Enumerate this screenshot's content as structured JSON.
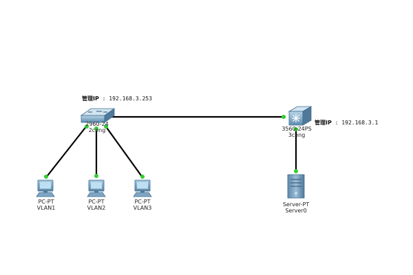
{
  "devices": {
    "switch_access": {
      "model": "2960-24",
      "name": "2ceng",
      "mgmt_key": "管理IP",
      "mgmt_ip": ": 192.168.3.253"
    },
    "switch_core": {
      "model": "3560-24PS",
      "name": "3ceng",
      "mgmt_key": "管理IP",
      "mgmt_ip": ": 192.168.3.1"
    },
    "pcs": [
      {
        "type": "PC-PT",
        "name": "VLAN1"
      },
      {
        "type": "PC-PT",
        "name": "VLAN2"
      },
      {
        "type": "PC-PT",
        "name": "VLAN3"
      }
    ],
    "server": {
      "type": "Server-PT",
      "name": "Server0"
    }
  },
  "colors": {
    "link": "#000000",
    "port": "#33cc33",
    "device_body": "#7fa6c4",
    "device_dark": "#3f6d90",
    "screen": "#bfe0f2"
  }
}
